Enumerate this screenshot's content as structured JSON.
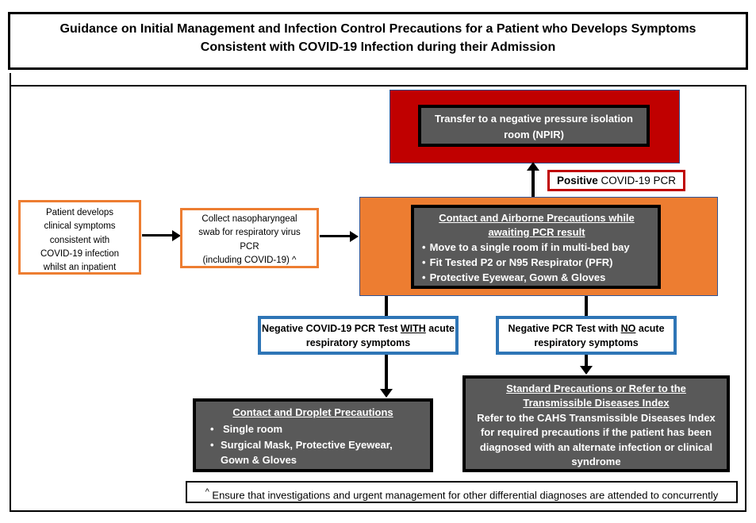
{
  "title": "Guidance on Initial Management and Infection Control Precautions for a Patient who Develops Symptoms Consistent with COVID-19 Infection during their Admission",
  "bullet_glyph": "•",
  "colors": {
    "red_fill": "#C00000",
    "orange_fill": "#ED7D31",
    "gray_fill": "#595959",
    "blue_border": "#2E75B6",
    "frame_blue": "#2F5496",
    "black": "#000000",
    "white": "#FFFFFF"
  },
  "flow": {
    "npir": {
      "text": "Transfer to a negative pressure isolation room (NPIR)"
    },
    "positive": {
      "bold": "Positive",
      "rest": " COVID-19 PCR"
    },
    "patient": {
      "lines": [
        "Patient develops",
        "clinical symptoms",
        "consistent with",
        "COVID-19 infection",
        "whilst an inpatient"
      ]
    },
    "collect": {
      "lines": [
        "Collect nasopharyngeal",
        "swab for respiratory virus",
        "PCR",
        "(including COVID-19) ^"
      ]
    },
    "airborne": {
      "heading": "Contact and Airborne Precautions while awaiting PCR result",
      "bullets": [
        "Move to a single room if in multi-bed bay",
        "Fit Tested P2 or N95 Respirator (PFR)",
        "Protective Eyewear, Gown & Gloves"
      ]
    },
    "neg_with": {
      "pre": "Negative COVID-19 PCR Test ",
      "underlined": "WITH",
      "post": " acute respiratory symptoms"
    },
    "neg_no": {
      "pre": "Negative PCR Test with ",
      "underlined": "NO",
      "post": " acute respiratory symptoms"
    },
    "droplet": {
      "heading": "Contact and Droplet Precautions",
      "bullets": [
        "Single room",
        "Surgical Mask, Protective Eyewear, Gown & Gloves"
      ]
    },
    "standard": {
      "heading": "Standard Precautions or Refer to the Transmissible Diseases Index",
      "body": "Refer to the CAHS Transmissible Diseases Index for required precautions if the patient has been diagnosed with an alternate infection or clinical syndrome"
    },
    "footnote": {
      "marker": "^",
      "text": " Ensure that investigations and urgent management for other differential diagnoses are attended to concurrently"
    }
  }
}
